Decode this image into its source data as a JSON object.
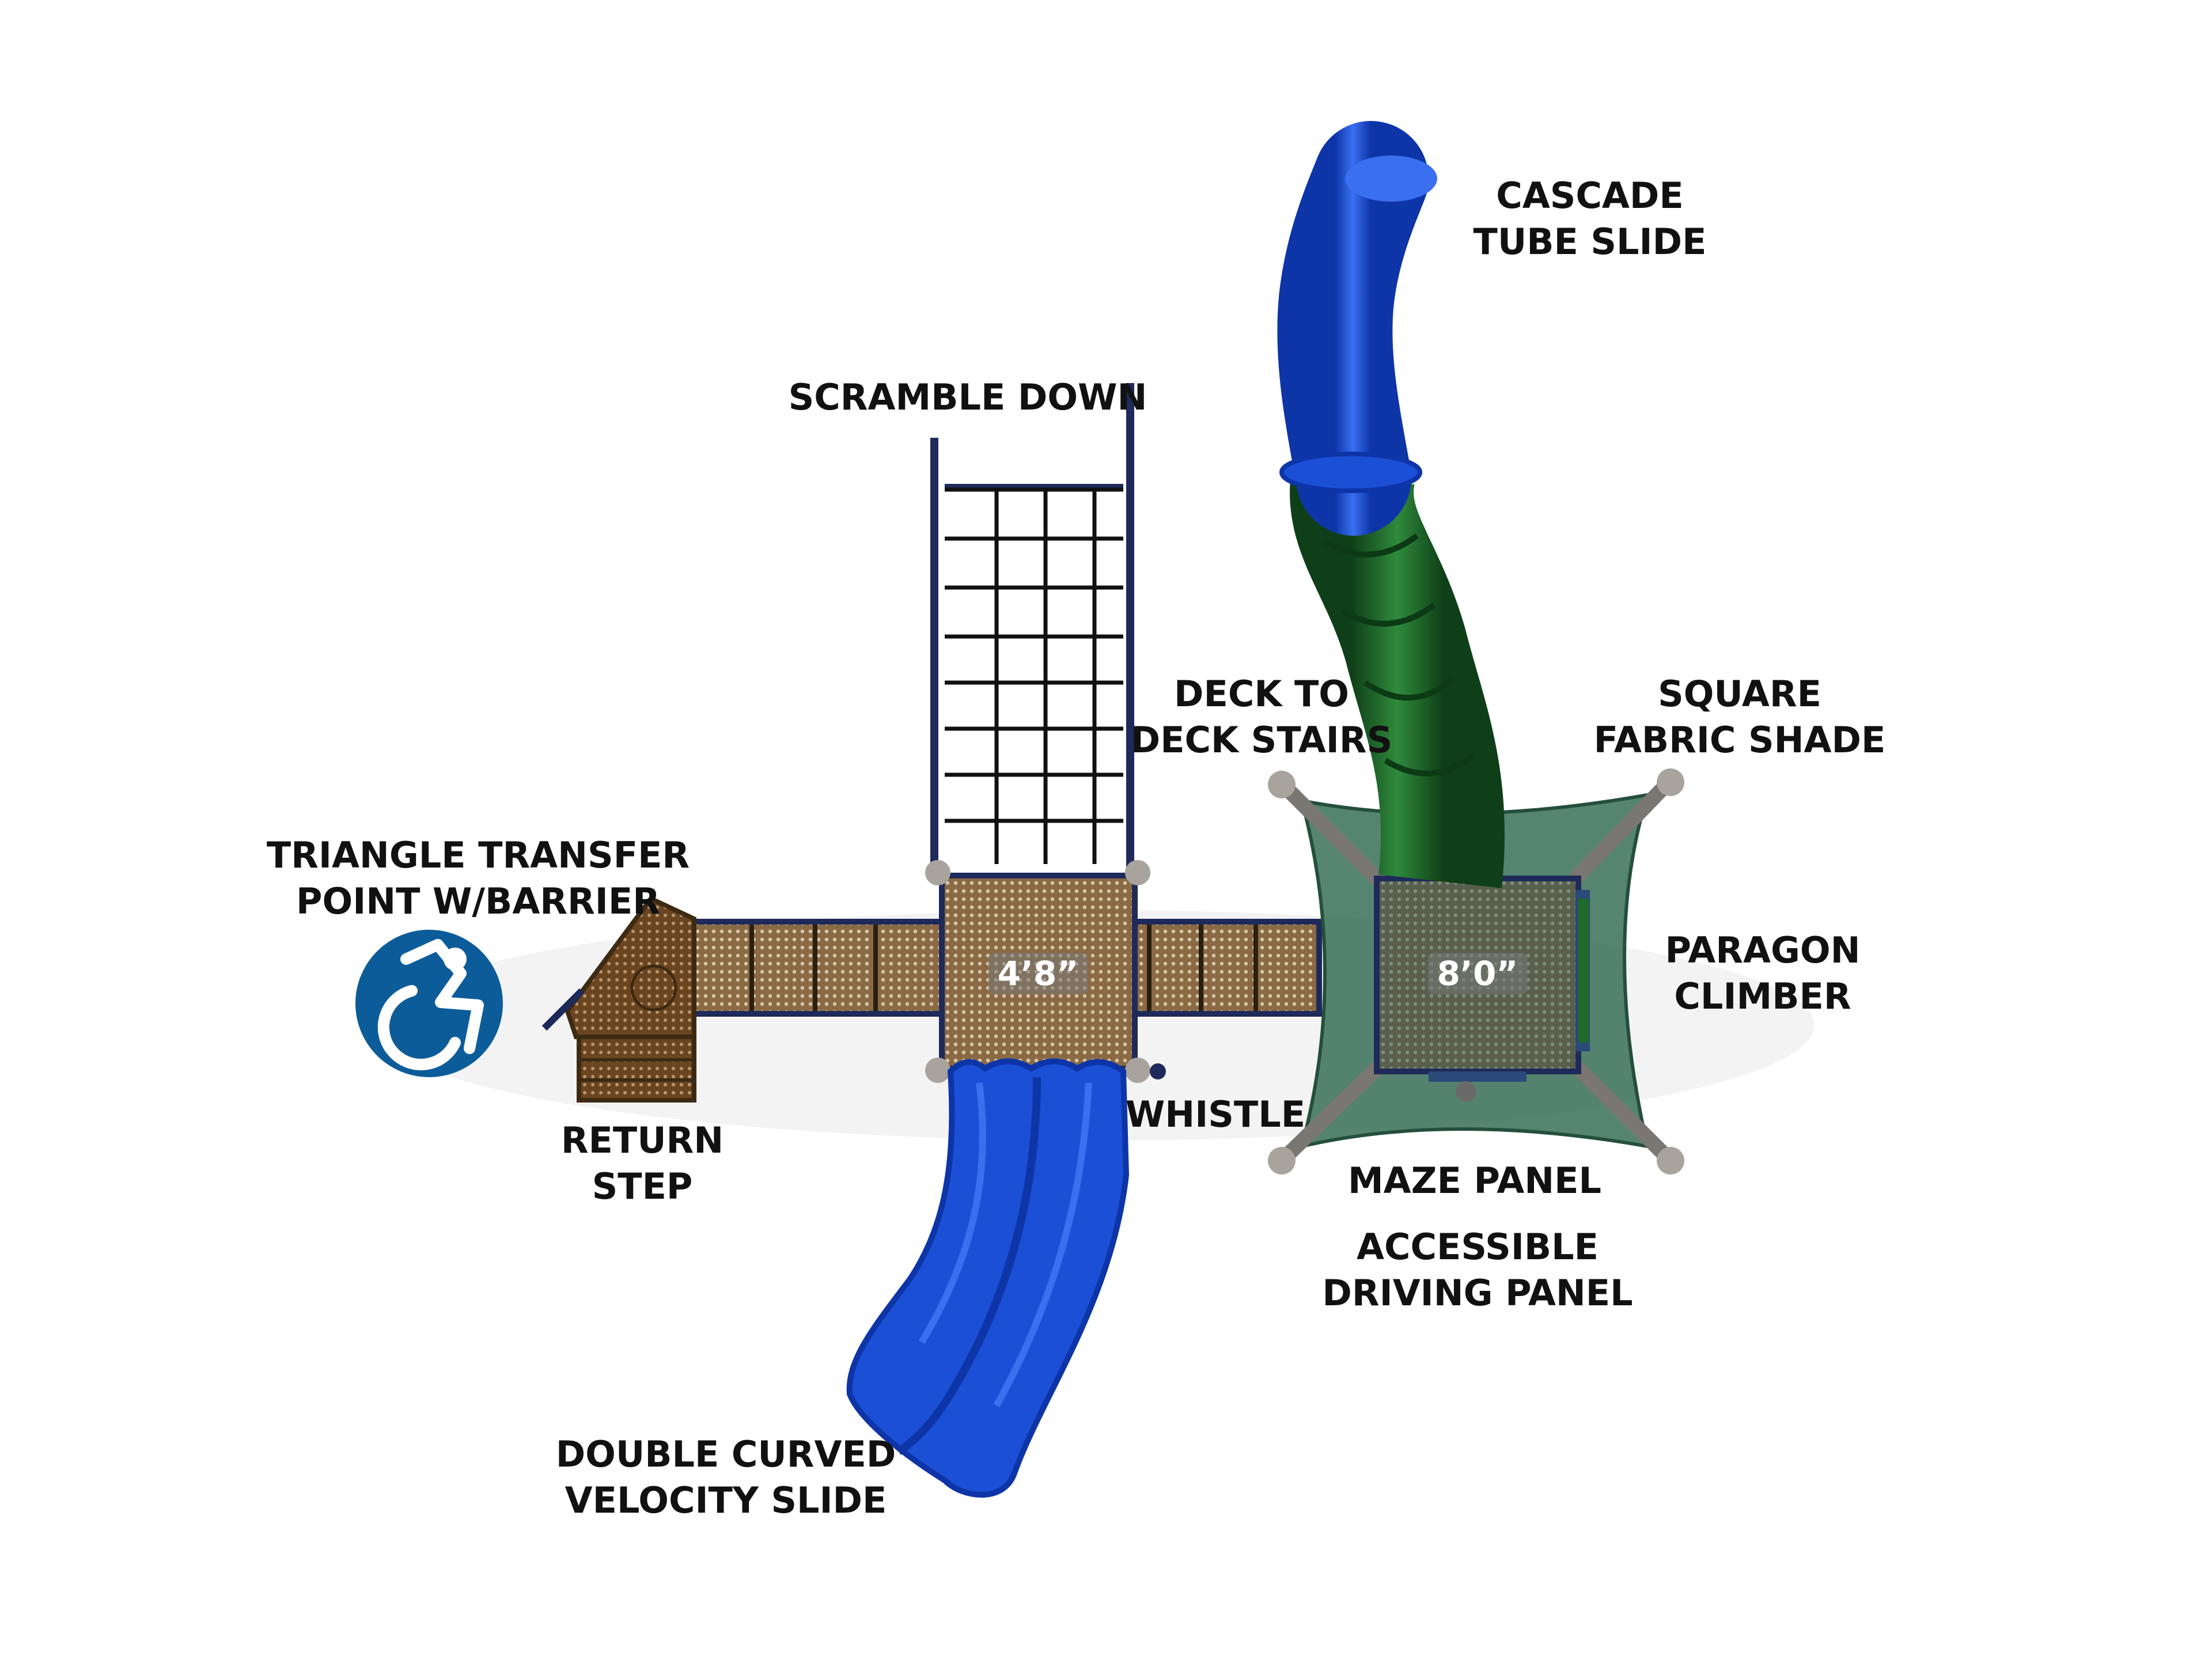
{
  "colors": {
    "slide_blue": "#1b4fd6",
    "tube_green": "#1f6b2a",
    "deck_brown": "#8a6a45",
    "step_brown": "#6b4520",
    "shade_green": "#2f6a4f",
    "frame_navy": "#1e2a5a",
    "accessibility_blue": "#0d5c9a"
  },
  "icons": {
    "accessibility": "wheelchair-icon"
  },
  "labels": {
    "cascade_tube_slide": [
      "CASCADE",
      "TUBE SLIDE"
    ],
    "scramble_down": [
      "SCRAMBLE DOWN"
    ],
    "deck_to_deck_stairs": [
      "DECK TO",
      "DECK STAIRS"
    ],
    "square_fabric_shade": [
      "SQUARE",
      "FABRIC SHADE"
    ],
    "triangle_transfer_point": [
      "TRIANGLE TRANSFER",
      "POINT W/BARRIER"
    ],
    "paragon_climber": [
      "PARAGON",
      "CLIMBER"
    ],
    "whistle": [
      "WHISTLE"
    ],
    "return_step": [
      "RETURN",
      "STEP"
    ],
    "maze_panel": [
      "MAZE PANEL"
    ],
    "accessible_driving_panel": [
      "ACCESSIBLE",
      "DRIVING PANEL"
    ],
    "double_curved_velocity_slide": [
      "DOUBLE CURVED",
      "VELOCITY SLIDE"
    ]
  },
  "decks": {
    "left_height": "4’8”",
    "right_height": "8’0”"
  }
}
